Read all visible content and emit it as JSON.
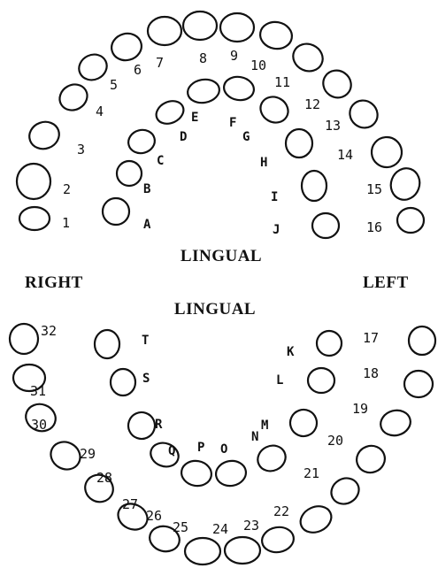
{
  "side_labels": {
    "upper_lingual": "LINGUAL",
    "lower_lingual": "LINGUAL",
    "right": "RIGHT",
    "left": "LEFT"
  },
  "upper_permanent": [
    "1",
    "2",
    "3",
    "4",
    "5",
    "6",
    "7",
    "8",
    "9",
    "10",
    "11",
    "12",
    "13",
    "14",
    "15",
    "16"
  ],
  "upper_primary": [
    "A",
    "B",
    "C",
    "D",
    "E",
    "F",
    "G",
    "H",
    "I",
    "J"
  ],
  "lower_permanent": [
    "17",
    "18",
    "19",
    "20",
    "21",
    "22",
    "23",
    "24",
    "25",
    "26",
    "27",
    "28",
    "29",
    "30",
    "31",
    "32"
  ],
  "lower_primary": [
    "K",
    "L",
    "M",
    "N",
    "O",
    "P",
    "Q",
    "R",
    "S",
    "T"
  ],
  "colors": {
    "ink": "#111111",
    "background": "#ffffff"
  }
}
